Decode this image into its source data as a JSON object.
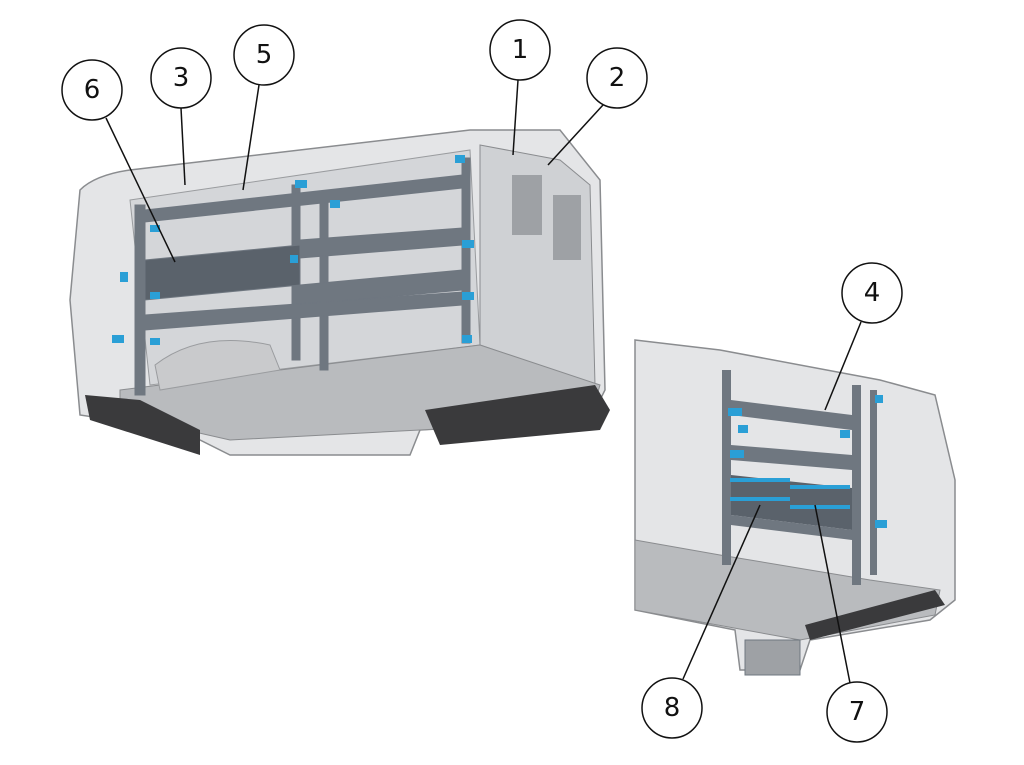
{
  "colors": {
    "rack": "#6f7780",
    "bracket": "#2a9fd6",
    "van_body": "#d8d9db",
    "van_outline": "#8a8c8f",
    "floor": "#b9bbbe",
    "mat": "#3a3a3c"
  },
  "callouts": [
    {
      "label": "1"
    },
    {
      "label": "2"
    },
    {
      "label": "3"
    },
    {
      "label": "5"
    },
    {
      "label": "6"
    },
    {
      "label": "4"
    },
    {
      "label": "8"
    },
    {
      "label": "7"
    }
  ]
}
